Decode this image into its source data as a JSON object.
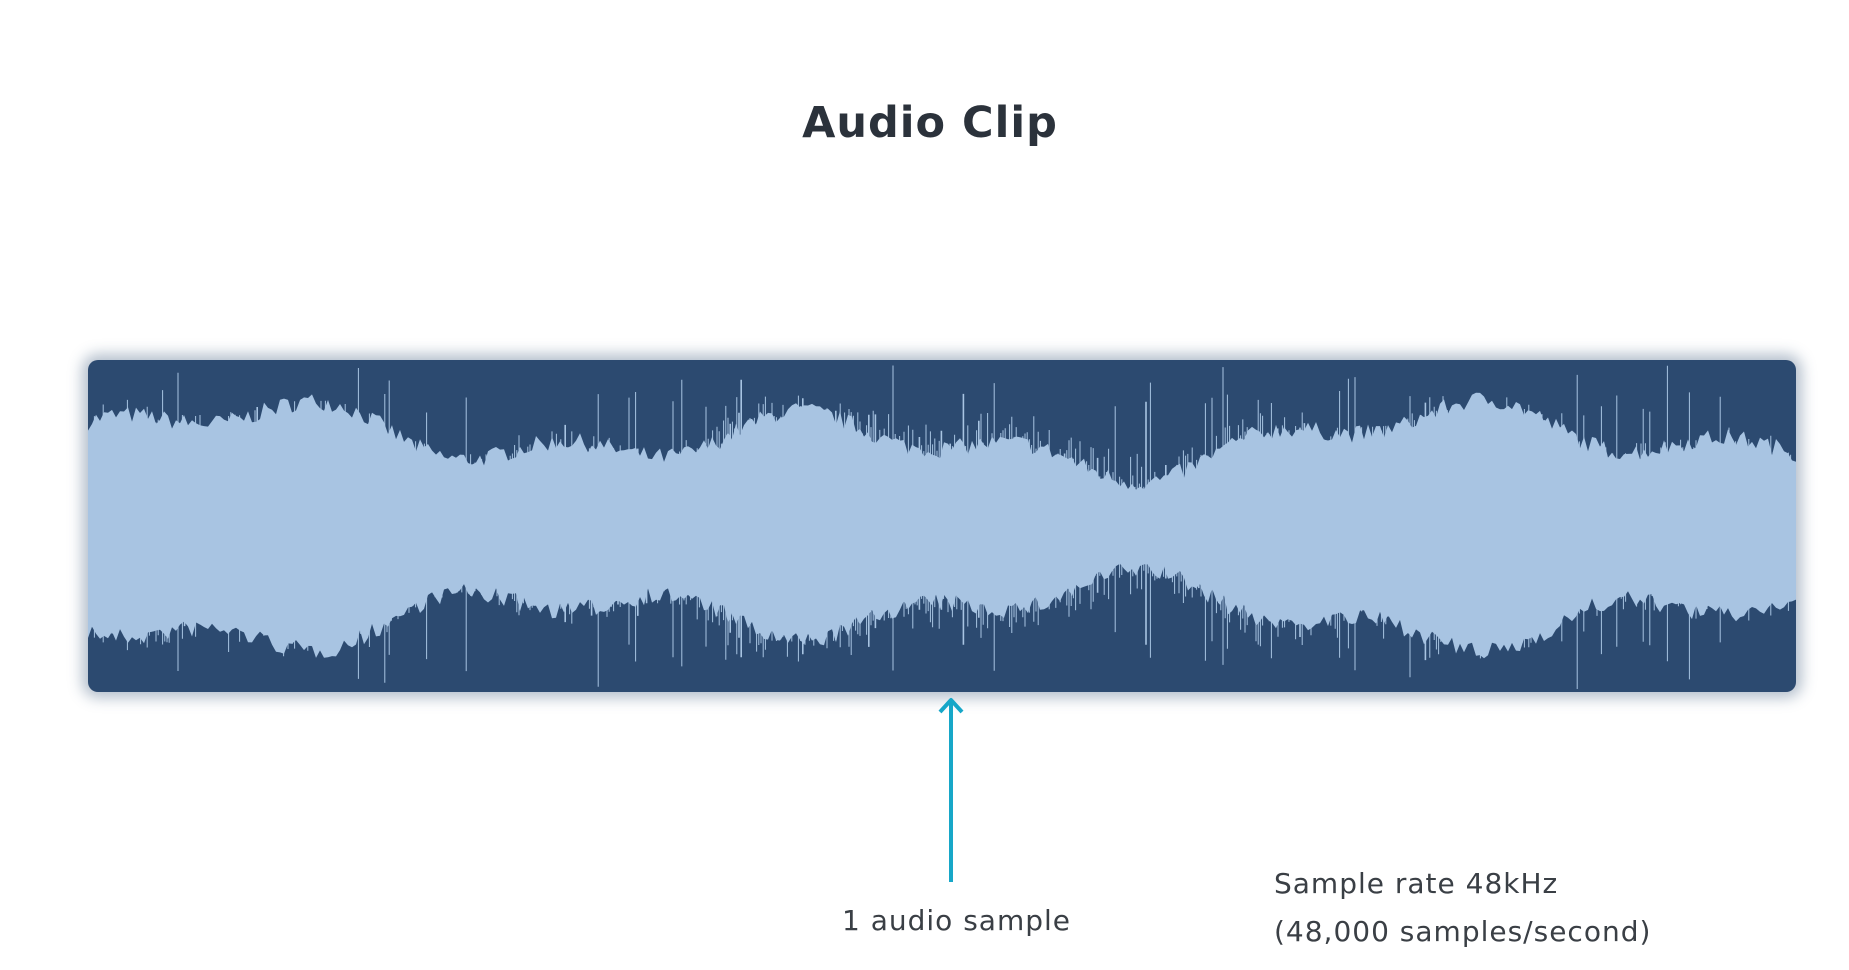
{
  "title": "Audio Clip",
  "annotation": {
    "arrow_label": "1 audio sample"
  },
  "sample_rate": {
    "line1": "Sample rate 48kHz",
    "line2": "(48,000 samples/second)"
  },
  "colors": {
    "waveform_background": "#2c4a70",
    "waveform_fill": "#a8c4e2",
    "arrow": "#17a7c8",
    "text": "#3a3f45",
    "title": "#2b323b"
  },
  "icons": {
    "arrow": "up-arrow-icon"
  }
}
